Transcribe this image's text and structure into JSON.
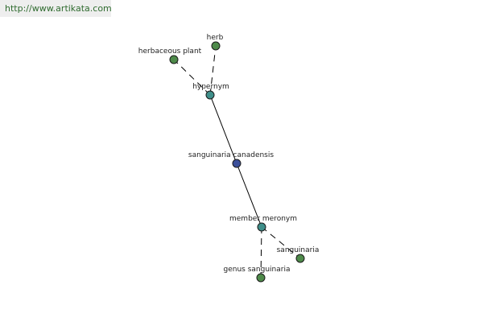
{
  "banner": {
    "url_text": "http://www.artikata.com"
  },
  "colors": {
    "center": "#3b4f9a",
    "relation": "#3f8f8a",
    "leaf": "#4e8a4a",
    "edge": "#000000"
  },
  "graph": {
    "nodes": [
      {
        "id": "center",
        "label": "sanguinaria canadensis",
        "kind": "center"
      },
      {
        "id": "hypernym",
        "label": "hypernym",
        "kind": "relation"
      },
      {
        "id": "member-meronym",
        "label": "member meronym",
        "kind": "relation"
      },
      {
        "id": "herb",
        "label": "herb",
        "kind": "leaf"
      },
      {
        "id": "herbaceous-plant",
        "label": "herbaceous plant",
        "kind": "leaf"
      },
      {
        "id": "sanguinaria",
        "label": "sanguinaria",
        "kind": "leaf"
      },
      {
        "id": "genus-sanguinaria",
        "label": "genus sanguinaria",
        "kind": "leaf"
      }
    ],
    "edges": [
      {
        "from": "center",
        "to": "hypernym",
        "style": "solid"
      },
      {
        "from": "center",
        "to": "member-meronym",
        "style": "solid"
      },
      {
        "from": "hypernym",
        "to": "herb",
        "style": "dashed"
      },
      {
        "from": "hypernym",
        "to": "herbaceous-plant",
        "style": "dashed"
      },
      {
        "from": "member-meronym",
        "to": "sanguinaria",
        "style": "dashed"
      },
      {
        "from": "member-meronym",
        "to": "genus-sanguinaria",
        "style": "dashed"
      }
    ]
  }
}
